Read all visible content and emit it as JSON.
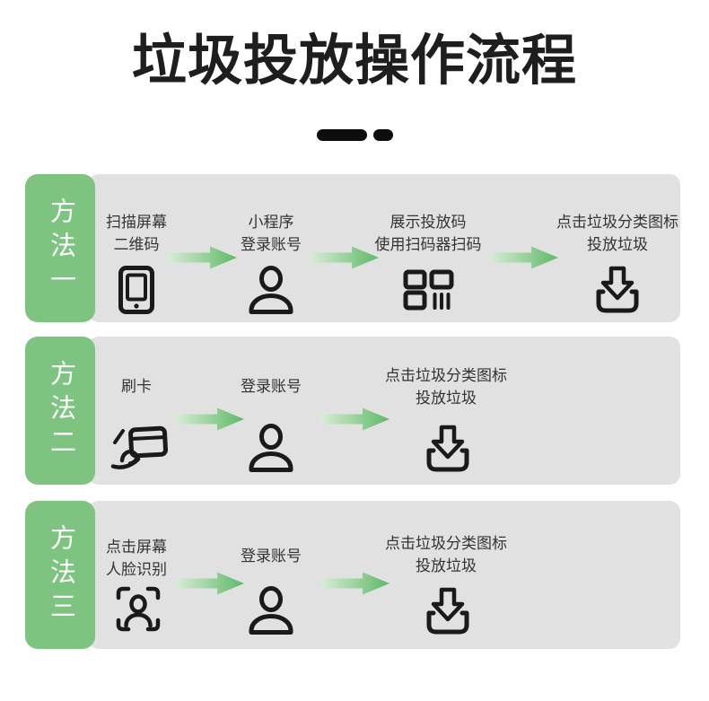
{
  "title": "垃圾投放操作流程",
  "colors": {
    "accent_green": "#7cc47f",
    "band_gray": "#e1e1e1",
    "arrow_gradient_from": "#d8ecd5",
    "arrow_gradient_to": "#5eb967",
    "icon_stroke": "#1a1a1a",
    "title_color": "#1e1e1e",
    "label_text": "#333333"
  },
  "methods": [
    {
      "label": "方法一",
      "steps": [
        {
          "lines": [
            "扫描屏幕",
            "二维码"
          ],
          "icon": "phone-icon"
        },
        {
          "lines": [
            "小程序",
            "登录账号"
          ],
          "icon": "person-icon"
        },
        {
          "lines": [
            "展示投放码",
            "使用扫码器扫码"
          ],
          "icon": "scan-code-icon"
        },
        {
          "lines": [
            "点击垃圾分类图标",
            "投放垃圾"
          ],
          "icon": "dispose-icon"
        }
      ]
    },
    {
      "label": "方法二",
      "steps": [
        {
          "lines": [
            "刷卡"
          ],
          "icon": "card-swipe-icon"
        },
        {
          "lines": [
            "登录账号"
          ],
          "icon": "person-icon"
        },
        {
          "lines": [
            "点击垃圾分类图标",
            "投放垃圾"
          ],
          "icon": "dispose-icon"
        }
      ]
    },
    {
      "label": "方法三",
      "steps": [
        {
          "lines": [
            "点击屏幕",
            "人脸识别"
          ],
          "icon": "face-scan-icon"
        },
        {
          "lines": [
            "登录账号"
          ],
          "icon": "person-icon"
        },
        {
          "lines": [
            "点击垃圾分类图标",
            "投放垃圾"
          ],
          "icon": "dispose-icon"
        }
      ]
    }
  ]
}
